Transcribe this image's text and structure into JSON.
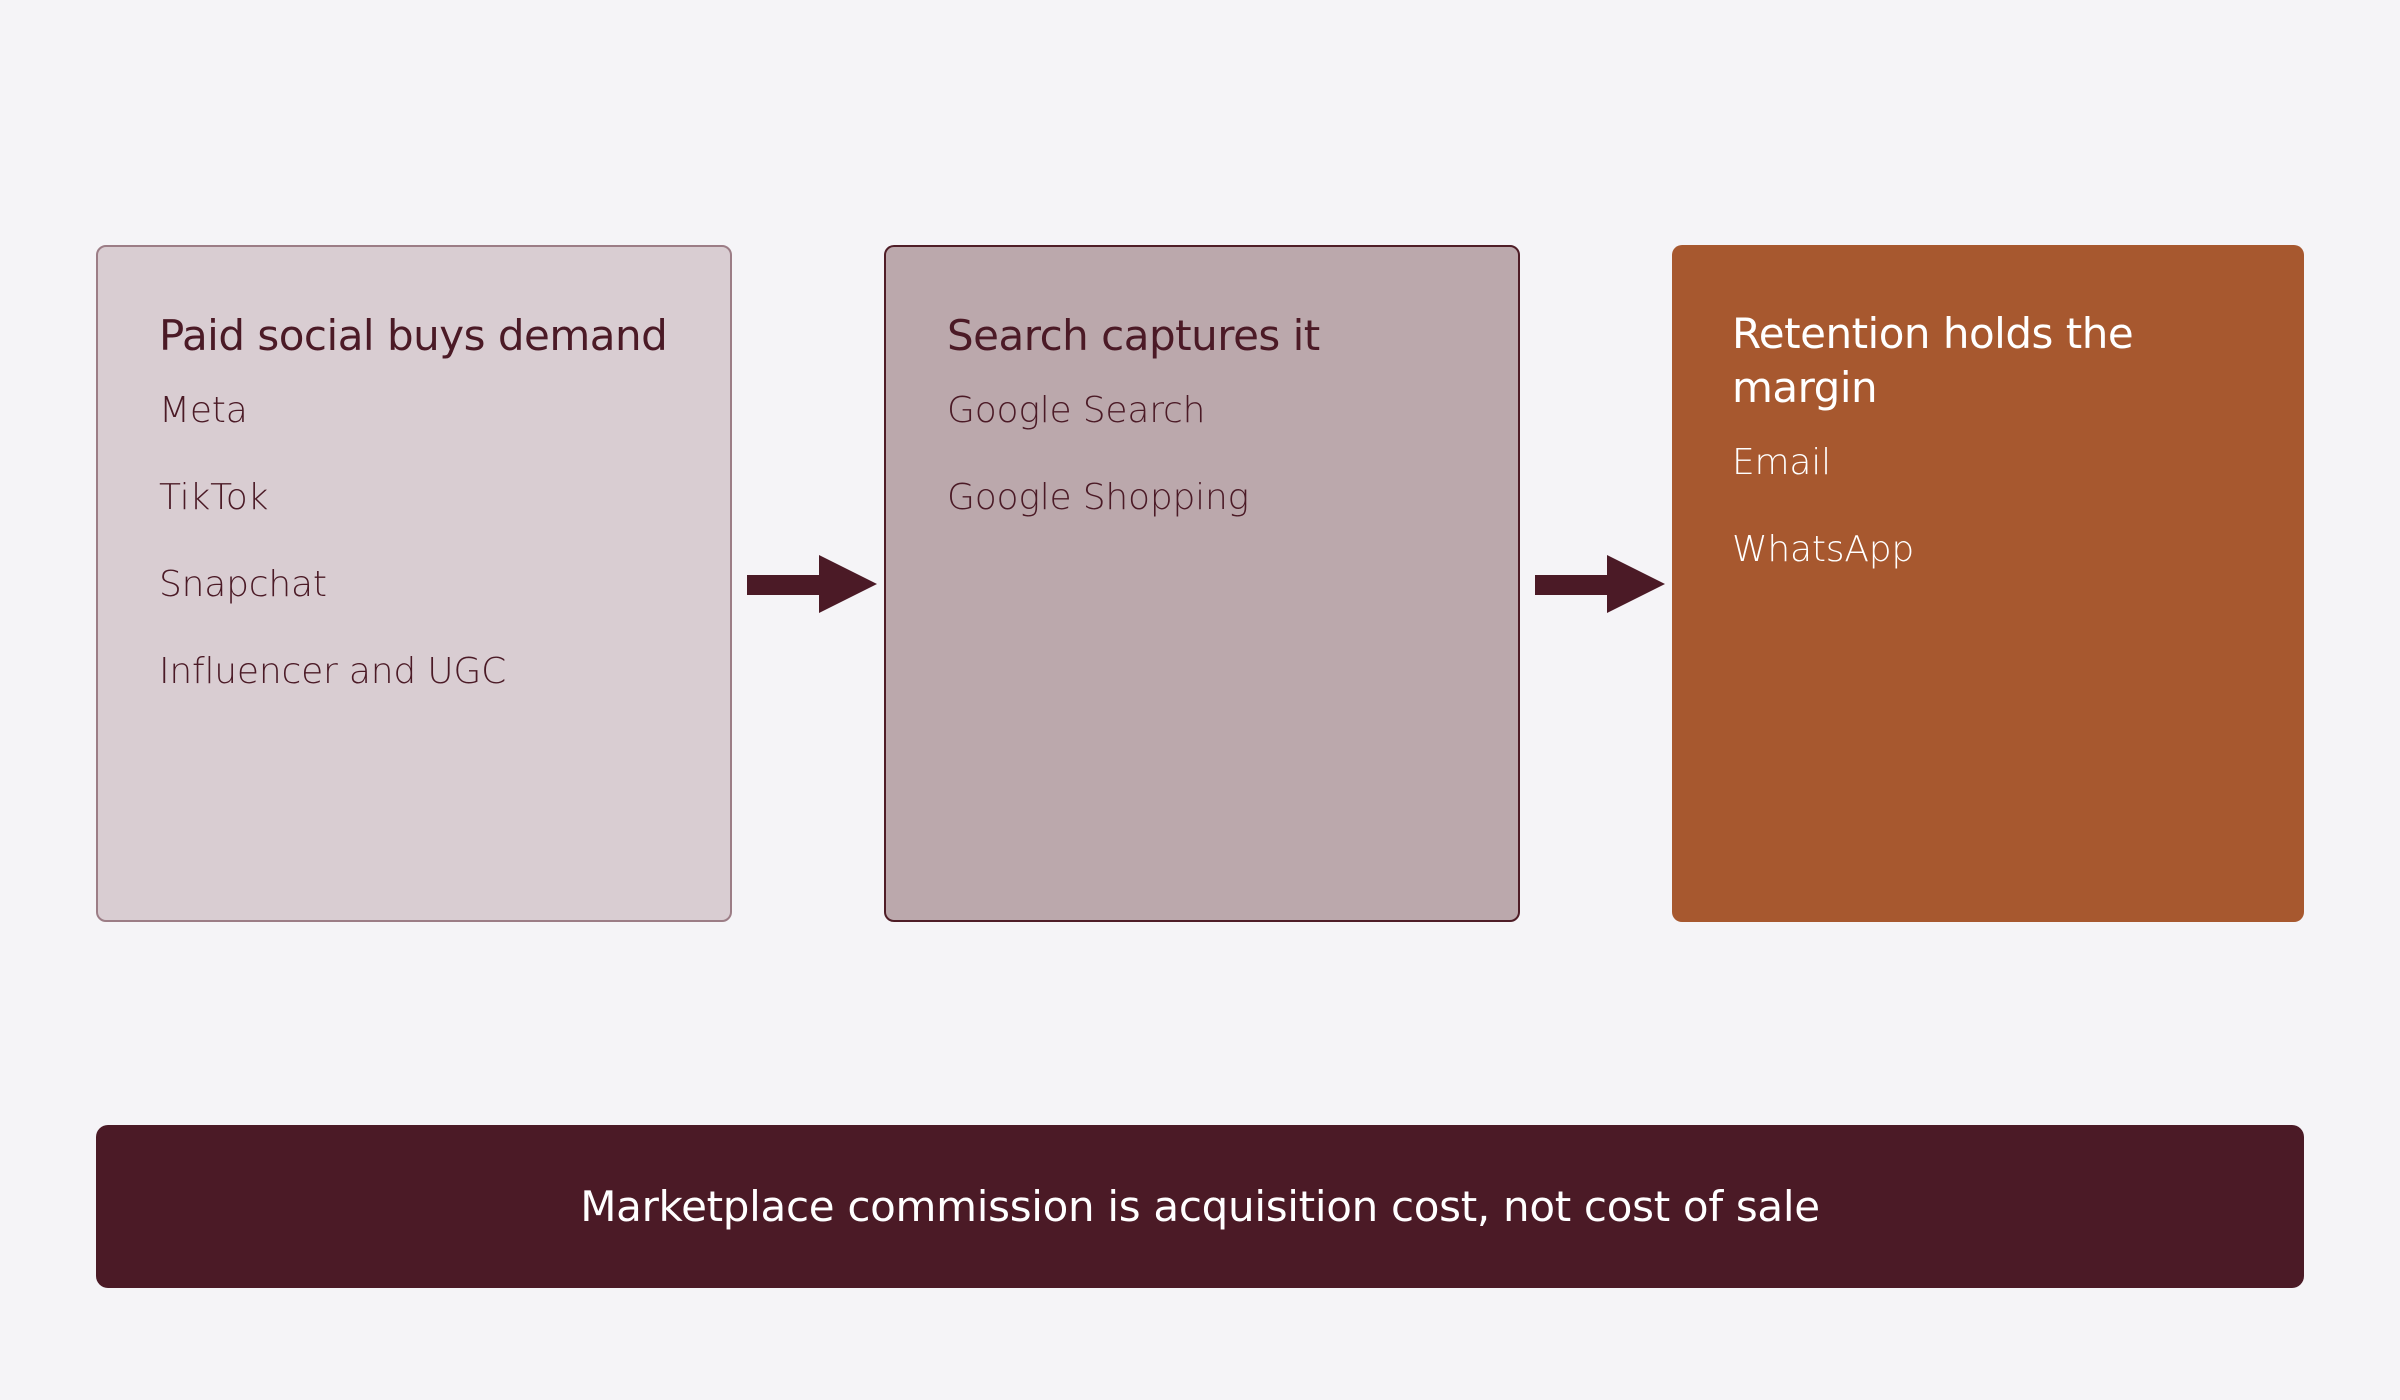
{
  "colors": {
    "background": "#f5f4f7",
    "stage1_fill": "#d9cdd2",
    "stage2_fill": "#bba8ac",
    "stage3_fill": "#a7582f",
    "dark_maroon": "#4b1a26",
    "light_text": "#ffffff"
  },
  "stages": [
    {
      "title": "Paid social buys demand",
      "items": [
        "Meta",
        "TikTok",
        "Snapchat",
        "Influencer and UGC"
      ]
    },
    {
      "title": "Search captures it",
      "items": [
        "Google Search",
        "Google Shopping"
      ]
    },
    {
      "title": "Retention holds the margin",
      "items": [
        "Email",
        "WhatsApp"
      ]
    }
  ],
  "connectors": [
    "arrow-icon",
    "arrow-icon"
  ],
  "banner": {
    "text": "Marketplace commission is acquisition cost, not cost of sale"
  }
}
